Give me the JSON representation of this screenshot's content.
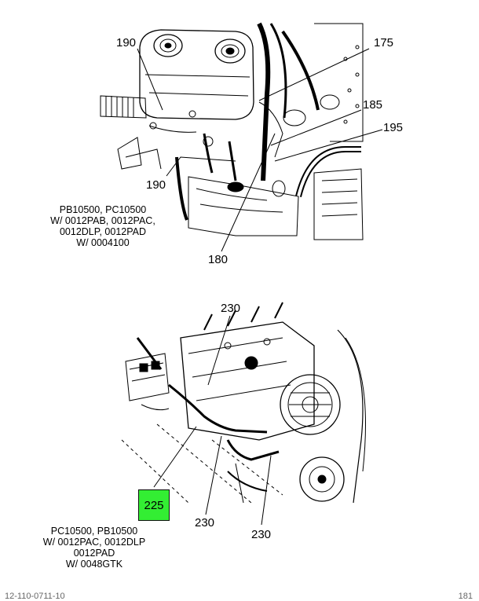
{
  "diagram_top": {
    "callouts": {
      "c190a": "190",
      "c175": "175",
      "c185": "185",
      "c195": "195",
      "c190b": "190",
      "c180": "180"
    },
    "caption": [
      "PB10500, PC10500",
      "W/ 0012PAB, 0012PAC,",
      "0012DLP, 0012PAD",
      "W/ 0004100"
    ]
  },
  "diagram_bottom": {
    "callouts": {
      "c230a": "230",
      "c230b": "230",
      "c230c": "230",
      "c225": "225"
    },
    "highlight_color": "#33ee33",
    "caption": [
      "PC10500, PB10500",
      "W/ 0012PAC, 0012DLP",
      "0012PAD",
      "W/ 0048GTK"
    ]
  },
  "footer": {
    "left": "12-110-0711-10",
    "right": "181"
  }
}
